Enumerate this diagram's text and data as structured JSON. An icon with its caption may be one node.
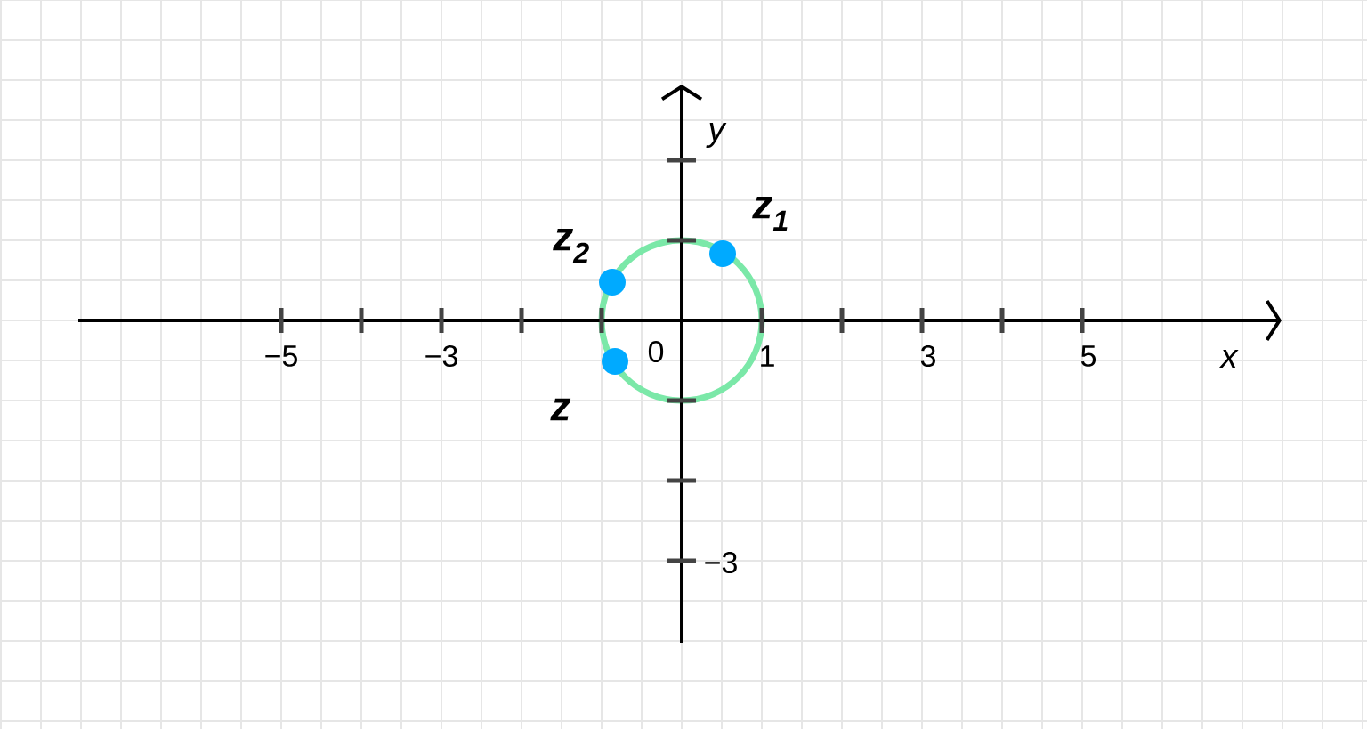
{
  "diagram": {
    "nodes": [
      {
        "text": [],
        "shape": "circle",
        "beside": [
          "z$_{1}$"
        ]
      },
      {
        "text": [],
        "shape": "circle",
        "beside": [
          "z$_{2}$"
        ]
      },
      {
        "text": [],
        "shape": "circle",
        "beside": [
          "z"
        ]
      }
    ],
    "labels": [
      "y",
      "−5",
      "−3",
      "0",
      "1",
      "3",
      "5",
      "x",
      "−3"
    ]
  }
}
